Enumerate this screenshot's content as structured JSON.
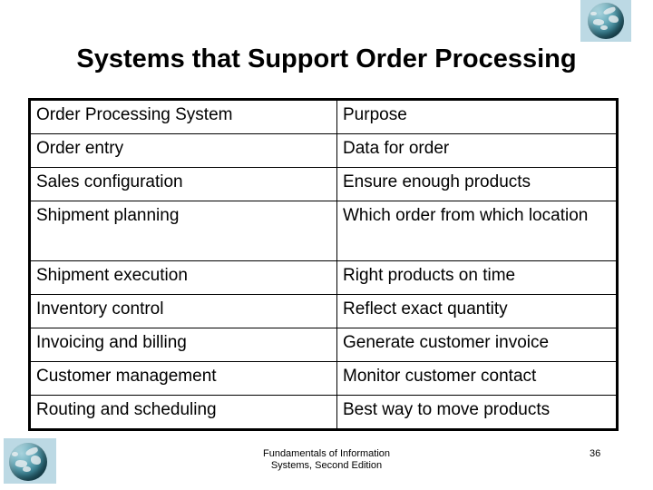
{
  "slide": {
    "title": "Systems that Support Order Processing"
  },
  "decor": {
    "globe_top_right": "globe-icon",
    "globe_bottom_left": "globe-icon"
  },
  "table": {
    "columns": [
      "Order Processing System",
      "Purpose"
    ],
    "rows": [
      {
        "system": "Order entry",
        "purpose": "Data for order"
      },
      {
        "system": "Sales configuration",
        "purpose": "Ensure enough products"
      },
      {
        "system": "Shipment planning",
        "purpose": "Which order from which location"
      },
      {
        "system": "Shipment execution",
        "purpose": "Right products on time"
      },
      {
        "system": "Inventory control",
        "purpose": "Reflect exact quantity"
      },
      {
        "system": "Invoicing and billing",
        "purpose": "Generate customer invoice"
      },
      {
        "system": "Customer management",
        "purpose": "Monitor customer contact"
      },
      {
        "system": "Routing and scheduling",
        "purpose": "Best way to move products"
      }
    ]
  },
  "footer": {
    "line1": "Fundamentals of Information",
    "line2": "Systems, Second Edition",
    "page_number": "36"
  }
}
